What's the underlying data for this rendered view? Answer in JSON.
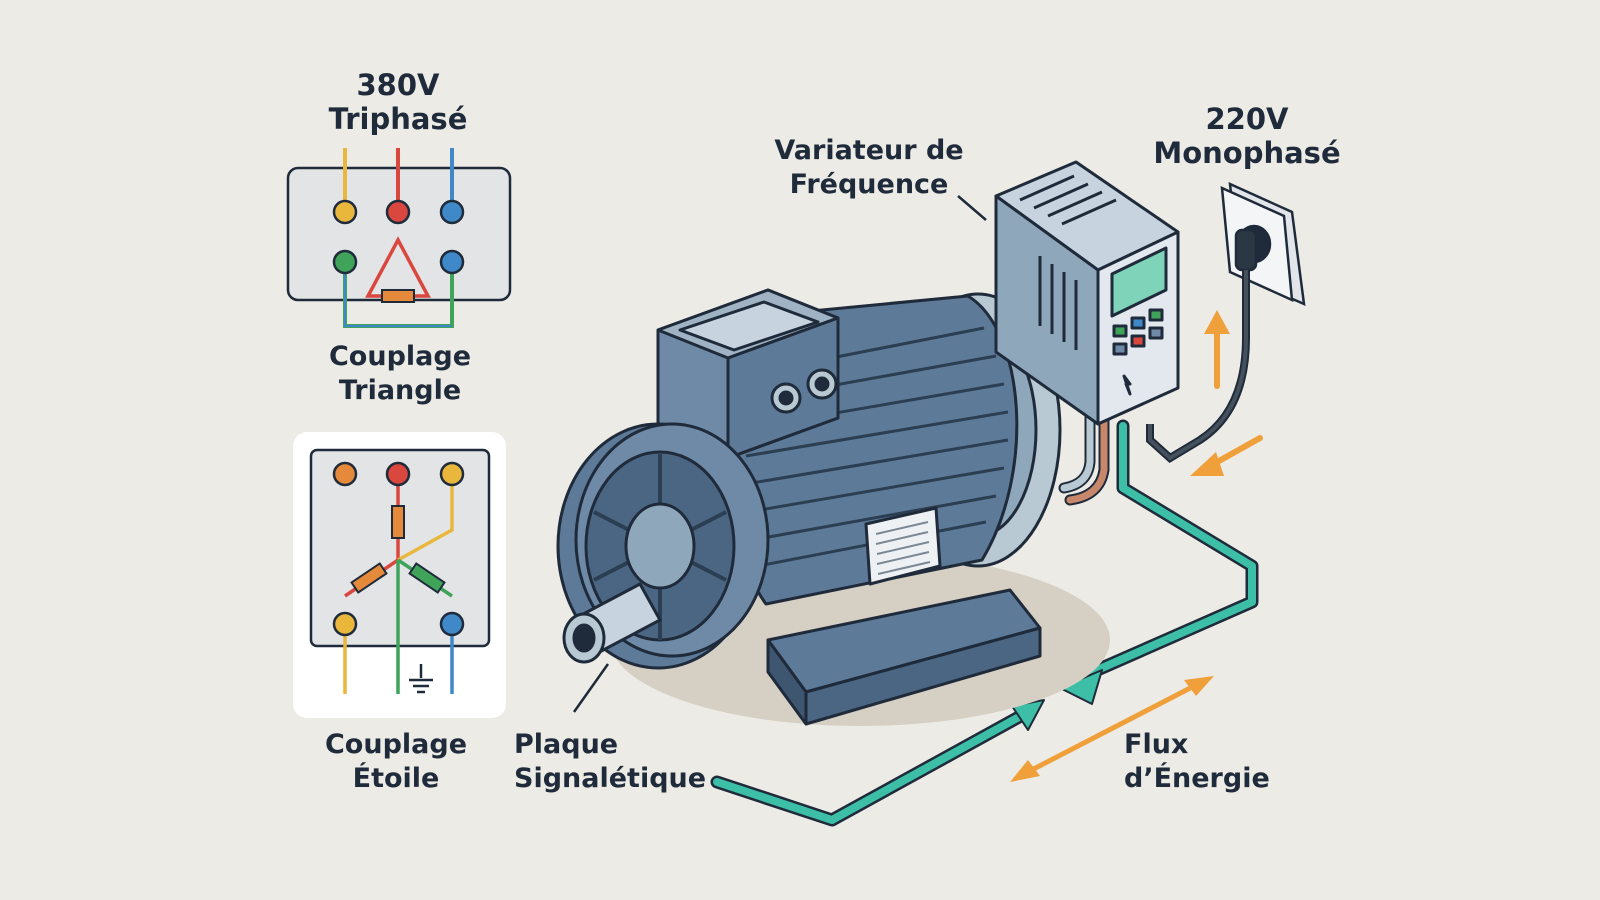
{
  "labels": {
    "triphase": {
      "line1": "380V",
      "line2": "Triphasé"
    },
    "triangle": {
      "line1": "Couplage",
      "line2": "Triangle"
    },
    "etoile": {
      "line1": "Couplage",
      "line2": "Étoile"
    },
    "plaque": {
      "line1": "Plaque",
      "line2": "Signalétique"
    },
    "variateur": {
      "line1": "Variateur de",
      "line2": "Fréquence"
    },
    "monophase": {
      "line1": "220V",
      "line2": "Monophasé"
    },
    "flux": {
      "line1": "Flux",
      "line2": "d’Énergie"
    }
  },
  "colors": {
    "background": "#ecebe6",
    "outline": "#1f2b3a",
    "motor_body": "#5d7a99",
    "motor_light": "#b9c9d3",
    "phase_yellow": "#e9b73c",
    "phase_red": "#d9473e",
    "phase_blue": "#3f89c9",
    "phase_green": "#3fa45a",
    "energy_teal": "#3cbfa6",
    "energy_orange": "#f0a03a",
    "display_green": "#7fd3b8"
  }
}
